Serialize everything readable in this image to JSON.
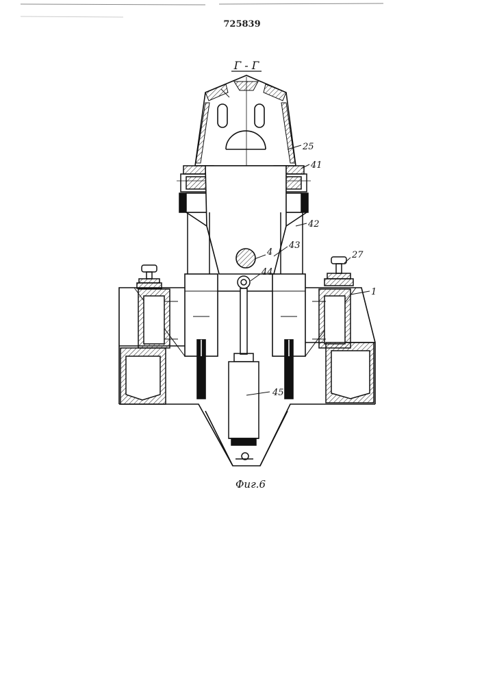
{
  "patent_number": "725839",
  "section_label": "Г - Г",
  "figure_caption": "Фиг.6",
  "callouts": {
    "c25": "25",
    "c41": "41",
    "c42": "42",
    "c43": "43",
    "c4": "4",
    "c44": "44",
    "c27": "27",
    "c1": "1",
    "c45": "45"
  }
}
